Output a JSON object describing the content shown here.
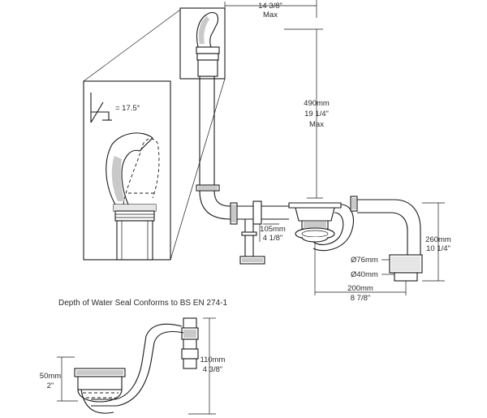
{
  "title": "Depth of Water Seal Conforms to BS EN 274-1",
  "dimensions": {
    "top_width_line1": "14 3/8\"",
    "top_width_line2": "Max",
    "height_line1": "490mm",
    "height_line2": "19 1/4\"",
    "height_line3": "Max",
    "angle": "= 17.5°",
    "outlet_height_mm": "105mm",
    "outlet_height_in": "4 1/8\"",
    "trap_height_mm": "260mm",
    "trap_height_in": "10 1/4\"",
    "dia_large": "Ø76mm",
    "dia_small": "Ø40mm",
    "horiz_mm": "200mm",
    "horiz_in": "8 7/8\"",
    "seal_mm": "50mm",
    "seal_in": "2\"",
    "trap2_mm": "110mm",
    "trap2_in": "4 3/8\""
  }
}
